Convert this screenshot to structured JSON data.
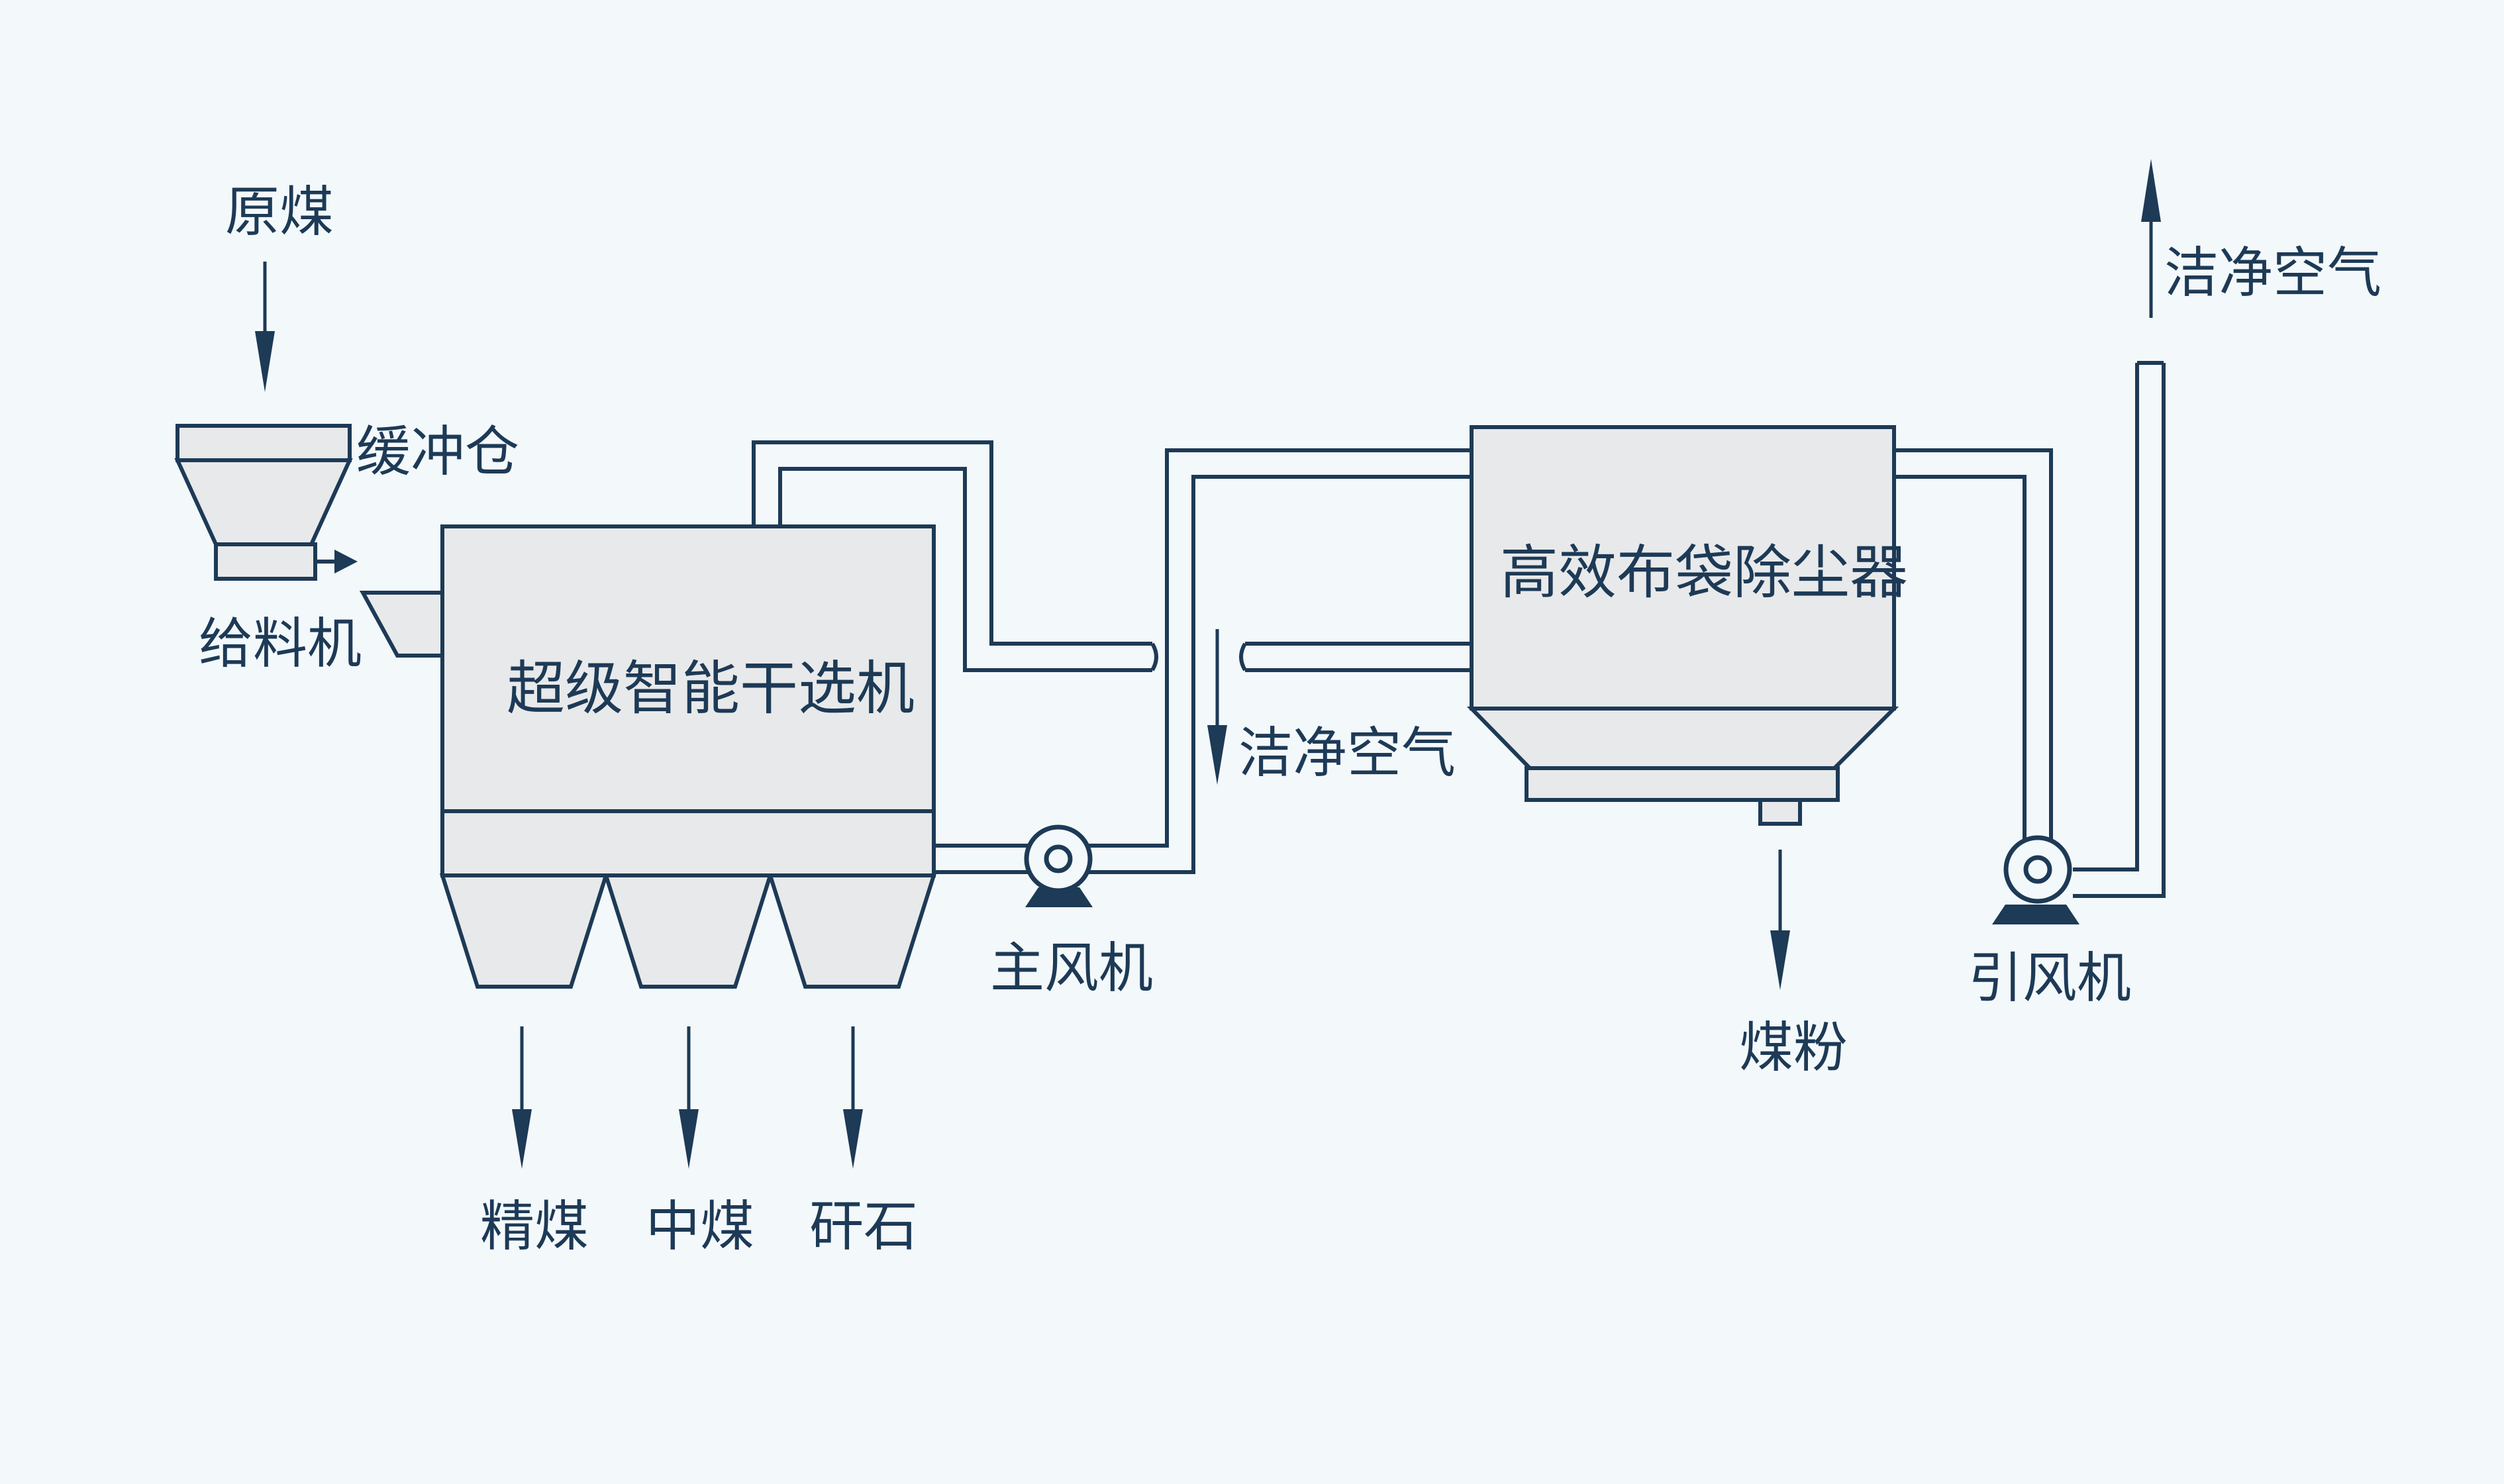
{
  "colors": {
    "background": "#f3f8fb",
    "line": "#1d3a56",
    "box_fill": "#e8e9ea",
    "arrow": "#1d3a56"
  },
  "labels": {
    "raw_coal": "原煤",
    "buffer_bin": "缓冲仓",
    "feeder": "给料机",
    "dry_separator": "超级智能干选机",
    "main_fan": "主风机",
    "clean_air_mid": "洁净空气",
    "bag_filter": "高效布袋除尘器",
    "induced_fan": "引风机",
    "clean_air_out": "洁净空气",
    "coal_powder": "煤粉",
    "clean_coal": "精煤",
    "middling": "中煤",
    "gangue": "矸石"
  }
}
